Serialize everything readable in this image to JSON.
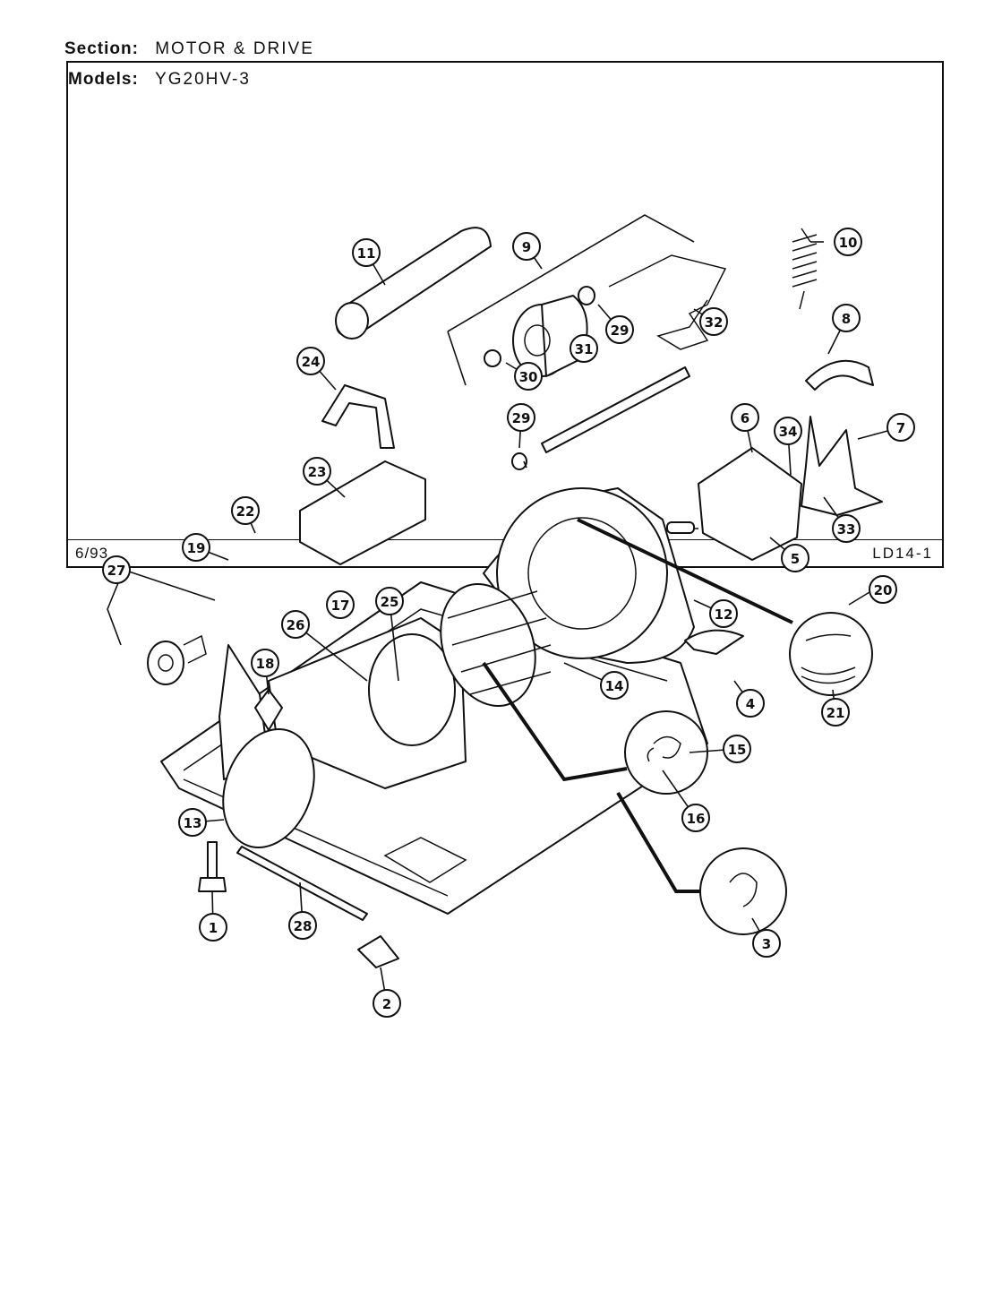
{
  "header": {
    "section_label": "Section:",
    "section_value": "MOTOR & DRIVE",
    "models_label": "Models:",
    "models_value": "YG20HV-3"
  },
  "footer": {
    "date": "6/93",
    "page_id": "LD14-1"
  },
  "callouts": {
    "c1": "1",
    "c2": "2",
    "c3": "3",
    "c4": "4",
    "c5": "5",
    "c6": "6",
    "c7": "7",
    "c8": "8",
    "c9": "9",
    "c10": "10",
    "c11": "11",
    "c12": "12",
    "c13": "13",
    "c14": "14",
    "c15": "15",
    "c16": "16",
    "c17": "17",
    "c18": "18",
    "c19": "19",
    "c20": "20",
    "c21": "21",
    "c22": "22",
    "c23": "23",
    "c24": "24",
    "c25": "25",
    "c26": "26",
    "c27": "27",
    "c28": "28",
    "c29a": "29",
    "c29b": "29",
    "c30": "30",
    "c31": "31",
    "c32": "32",
    "c33": "33",
    "c34": "34"
  }
}
